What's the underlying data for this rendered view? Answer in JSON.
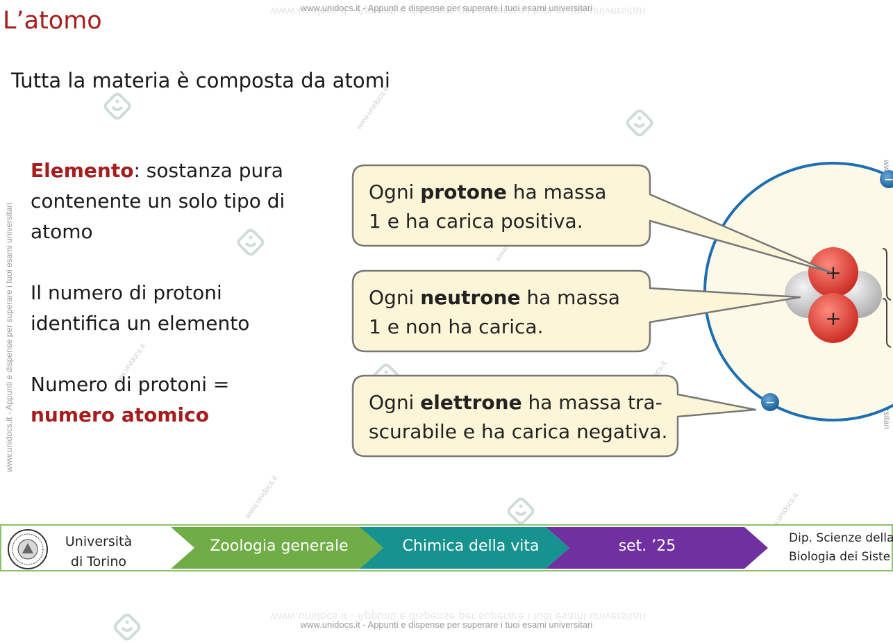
{
  "watermark": {
    "top_text": "www.unidocs.it - Appunti e dispense per superare i tuoi esami universitari",
    "top_mirror": "www.unidocs.it - Appunti e dispense per superare i tuoi esami universitari",
    "bottom_text": "www.unidocs.it - Appunti e dispense per superare i tuoi esami universitari",
    "bottom_ghost": "www.unidocs.it - Appunti e dispense per superare i tuoi esami universitari",
    "side_text": "www.unidocs.it - Appunti e dispense per superare i tuoi esami universitari",
    "diag_text": "www.unidocs.it"
  },
  "slide": {
    "title": "L’atomo",
    "subtitle": "Tutta la materia è composta da atomi",
    "p1": {
      "term": "Elemento",
      "rest_line1": ": sostanza pura",
      "line2": "contenente un solo tipo di",
      "line3": "atomo"
    },
    "p2": {
      "line1": "Il numero di protoni",
      "line2": "identifica un elemento"
    },
    "p3": {
      "line1": "Numero di protoni =",
      "line2": "numero atomico"
    }
  },
  "callouts": {
    "proton": {
      "pre": "Ogni ",
      "term": "protone",
      "post": " ha massa",
      "line2": "1 e ha carica positiva."
    },
    "neutron": {
      "pre": "Ogni ",
      "term": "neutrone",
      "post": " ha massa",
      "line2": "1 e non ha carica."
    },
    "electron": {
      "pre": "Ogni ",
      "term": "elettrone",
      "post": " ha massa tra-",
      "line2": "scurabile e ha carica negativa."
    }
  },
  "atom": {
    "proton_sign": "+",
    "electron_sign": "−",
    "colors": {
      "proton": "#e3392f",
      "neutron": "#c8c8c8",
      "electron": "#1d6fb0",
      "orbit": "#1d6fb0",
      "cloud": "#fdf9e9"
    }
  },
  "footer": {
    "university_line1": "Università",
    "university_line2": "di Torino",
    "crumbs": [
      "Zoologia generale",
      "Chimica della vita",
      "set. ’25"
    ],
    "dept_line1": "Dip. Scienze della",
    "dept_line2": "Biologia dei Siste",
    "colors": {
      "green": "#70ad47",
      "teal": "#16938f",
      "purple": "#7030a0",
      "border": "#8cc26a"
    }
  }
}
